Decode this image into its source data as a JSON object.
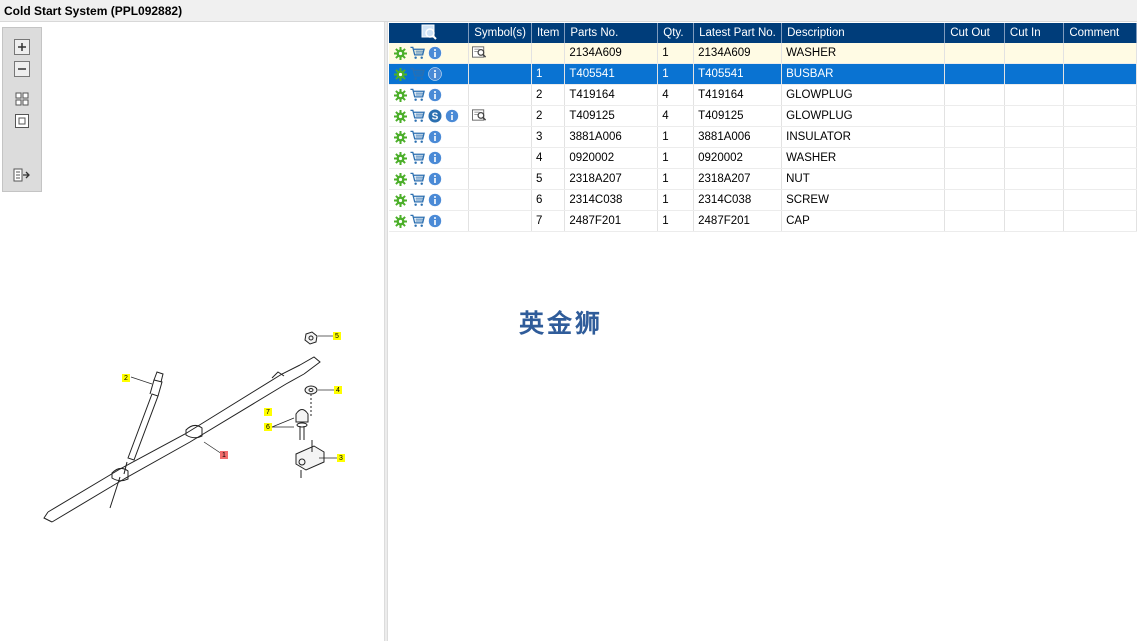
{
  "window": {
    "title": "Cold Start System (PPL092882)"
  },
  "toolbar": {
    "buttons": [
      {
        "name": "zoom-in-icon"
      },
      {
        "name": "zoom-out-icon"
      },
      {
        "name": "fit-all-icon"
      },
      {
        "name": "actual-size-icon"
      },
      {
        "name": "export-list-icon"
      }
    ]
  },
  "diagram": {
    "callouts": [
      {
        "label": "1",
        "color": "#f26d6d"
      },
      {
        "label": "2",
        "color": "#ffff00"
      },
      {
        "label": "3",
        "color": "#ffff00"
      },
      {
        "label": "4",
        "color": "#ffff00"
      },
      {
        "label": "5",
        "color": "#ffff00"
      },
      {
        "label": "6",
        "color": "#ffff00"
      },
      {
        "label": "7",
        "color": "#ffff00"
      }
    ]
  },
  "table": {
    "headers": {
      "actions_icon": "search-parts-icon",
      "symbols": "Symbol(s)",
      "item": "Item",
      "parts_no": "Parts No.",
      "qty": "Qty.",
      "latest": "Latest Part No.",
      "description": "Description",
      "cut_out": "Cut Out",
      "cut_in": "Cut In",
      "comment": "Comment"
    },
    "rows": [
      {
        "item": "",
        "parts_no": "2134A609",
        "qty": "1",
        "latest": "2134A609",
        "description": "WASHER",
        "cut_out": "",
        "cut_in": "",
        "comment": ""
      },
      {
        "item": "1",
        "parts_no": "T405541",
        "qty": "1",
        "latest": "T405541",
        "description": "BUSBAR",
        "cut_out": "",
        "cut_in": "",
        "comment": ""
      },
      {
        "item": "2",
        "parts_no": "T419164",
        "qty": "4",
        "latest": "T419164",
        "description": "GLOWPLUG",
        "cut_out": "",
        "cut_in": "",
        "comment": ""
      },
      {
        "item": "2",
        "parts_no": "T409125",
        "qty": "4",
        "latest": "T409125",
        "description": "GLOWPLUG",
        "cut_out": "",
        "cut_in": "",
        "comment": ""
      },
      {
        "item": "3",
        "parts_no": "3881A006",
        "qty": "1",
        "latest": "3881A006",
        "description": "INSULATOR",
        "cut_out": "",
        "cut_in": "",
        "comment": ""
      },
      {
        "item": "4",
        "parts_no": "0920002",
        "qty": "1",
        "latest": "0920002",
        "description": "WASHER",
        "cut_out": "",
        "cut_in": "",
        "comment": ""
      },
      {
        "item": "5",
        "parts_no": "2318A207",
        "qty": "1",
        "latest": "2318A207",
        "description": "NUT",
        "cut_out": "",
        "cut_in": "",
        "comment": ""
      },
      {
        "item": "6",
        "parts_no": "2314C038",
        "qty": "1",
        "latest": "2314C038",
        "description": "SCREW",
        "cut_out": "",
        "cut_in": "",
        "comment": ""
      },
      {
        "item": "7",
        "parts_no": "2487F201",
        "qty": "1",
        "latest": "2487F201",
        "description": "CAP",
        "cut_out": "",
        "cut_in": "",
        "comment": ""
      }
    ]
  },
  "watermark": "英金狮",
  "colors": {
    "header_bg": "#003d7a",
    "selected_row": "#0a73d2",
    "highlight_row": "#fffbe4",
    "gear": "#4caf2a",
    "cart": "#2b6fb0",
    "info": "#4a8ad6"
  }
}
